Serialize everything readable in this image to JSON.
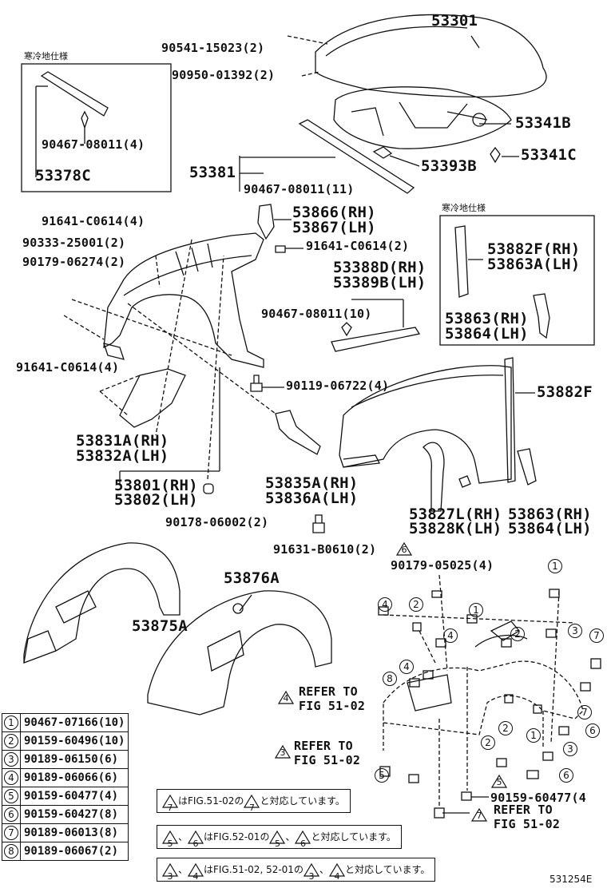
{
  "header": {
    "cold_spec_1": "寒冷地仕様",
    "cold_spec_2": "寒冷地仕様"
  },
  "parts": {
    "hood": "53301",
    "bolt_top": "90541-15023(2)",
    "cushion": "90950-01392(2)",
    "seal_53341b": "53341B",
    "clip_53341c": "53341C",
    "seal_53393b": "53393B",
    "seal_53381": "53381",
    "clip_11": "90467-08011(11)",
    "clip_4": "90467-08011(4)",
    "ret_53378c": "53378C",
    "bolt_91641_4a": "91641-C0614(4)",
    "bolt_90333": "90333-25001(2)",
    "nut_90179": "90179-06274(2)",
    "bracket_rh": "53866(RH)",
    "bracket_lh": "53867(LH)",
    "bolt_91641_2": "91641-C0614(2)",
    "seal_53388d": "53388D(RH)",
    "seal_53389b": "53389B(LH)",
    "clip_10": "90467-08011(10)",
    "bolt_91641_4b": "91641-C0614(4)",
    "bolt_90119": "90119-06722(4)",
    "bracket_53831a": "53831A(RH)",
    "bracket_53832a": "53832A(LH)",
    "fender_rh": "53801(RH)",
    "fender_lh": "53802(LH)",
    "nut_90178": "90178-06002(2)",
    "bracket_53835a": "53835A(RH)",
    "bracket_53836a": "53836A(LH)",
    "bolt_91631": "91631-B0610(2)",
    "cold_53882f_rh": "53882F(RH)",
    "cold_53863a_lh": "53863A(LH)",
    "cold_53863_rh": "53863(RH)",
    "cold_53864_lh": "53864(LH)",
    "seal_53882f": "53882F",
    "liner_53827l": "53827L(RH)",
    "liner_53828k": "53828K(LH)",
    "seal_53863_rh": "53863(RH)",
    "seal_53864_lh": "53864(LH)",
    "clip_90179_05025": "90179-05025(4)",
    "liner_53875a": "53875A",
    "liner_53876a": "53876A",
    "screw_90159_60477": "90159-60477(4",
    "tri_6": "6",
    "tri_4": "4",
    "tri_3": "3",
    "tri_5": "5",
    "tri_7": "7"
  },
  "refs": {
    "ref4_line1": "REFER TO",
    "ref4_line2": "FIG 51-02",
    "ref3_line1": "REFER TO",
    "ref3_line2": "FIG 51-02",
    "ref7_line1": "REFER TO",
    "ref7_line2": "FIG 51-02"
  },
  "legend": [
    {
      "num": "1",
      "part": "90467-07166(10)"
    },
    {
      "num": "2",
      "part": "90159-60496(10)"
    },
    {
      "num": "3",
      "part": "90189-06150(6)"
    },
    {
      "num": "4",
      "part": "90189-06066(6)"
    },
    {
      "num": "5",
      "part": "90159-60477(4)"
    },
    {
      "num": "6",
      "part": "90159-60427(8)"
    },
    {
      "num": "7",
      "part": "90189-06013(8)"
    },
    {
      "num": "8",
      "part": "90189-06067(2)"
    }
  ],
  "notes": {
    "n1_a": "7",
    "n1_b": "はFIG.51-02の",
    "n1_c": "7",
    "n1_d": "と対応しています。",
    "n2_a": "5",
    "n2_sep": "、",
    "n2_b": "6",
    "n2_c": "はFIG.52-01の",
    "n2_d": "5",
    "n2_e": "、",
    "n2_f": "6",
    "n2_g": "と対応しています。",
    "n3_a": "3",
    "n3_sep": "、",
    "n3_b": "4",
    "n3_c": "はFIG.51-02, 52-01の",
    "n3_d": "3",
    "n3_e": "、",
    "n3_f": "4",
    "n3_g": "と対応しています。"
  },
  "circled_markers": [
    "1",
    "2",
    "3",
    "4",
    "5",
    "6",
    "7",
    "8"
  ],
  "figure_code": "531254E"
}
